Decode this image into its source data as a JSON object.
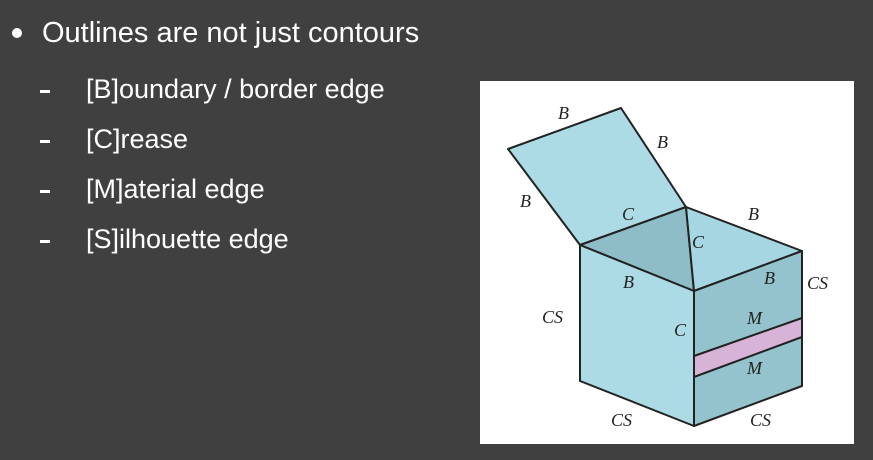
{
  "slide": {
    "bullet": "Outlines are not just contours",
    "sub_items": [
      "[B]oundary / border edge",
      "[C]rease",
      "[M]aterial edge",
      "[S]ilhouette edge"
    ]
  },
  "figure": {
    "labels": {
      "flap_top": "B",
      "flap_right": "B",
      "flap_left": "B",
      "flap_crease": "C",
      "back_right_rim": "B",
      "inner_crease": "C",
      "front_rim": "B",
      "right_rim": "B",
      "right_silhouette": "CS",
      "left_silhouette": "CS",
      "front_corner": "C",
      "material_top": "M",
      "material_bottom": "M",
      "bottom_left": "CS",
      "bottom_right": "CS"
    },
    "colors": {
      "box_front": "#acdbe5",
      "box_right": "#94c3ce",
      "box_inner_dark": "#8fbdc7",
      "box_inner_light": "#a6d6e1",
      "flap": "#acdbe5",
      "stripe": "#d7b3d7",
      "edge": "#222222"
    }
  }
}
